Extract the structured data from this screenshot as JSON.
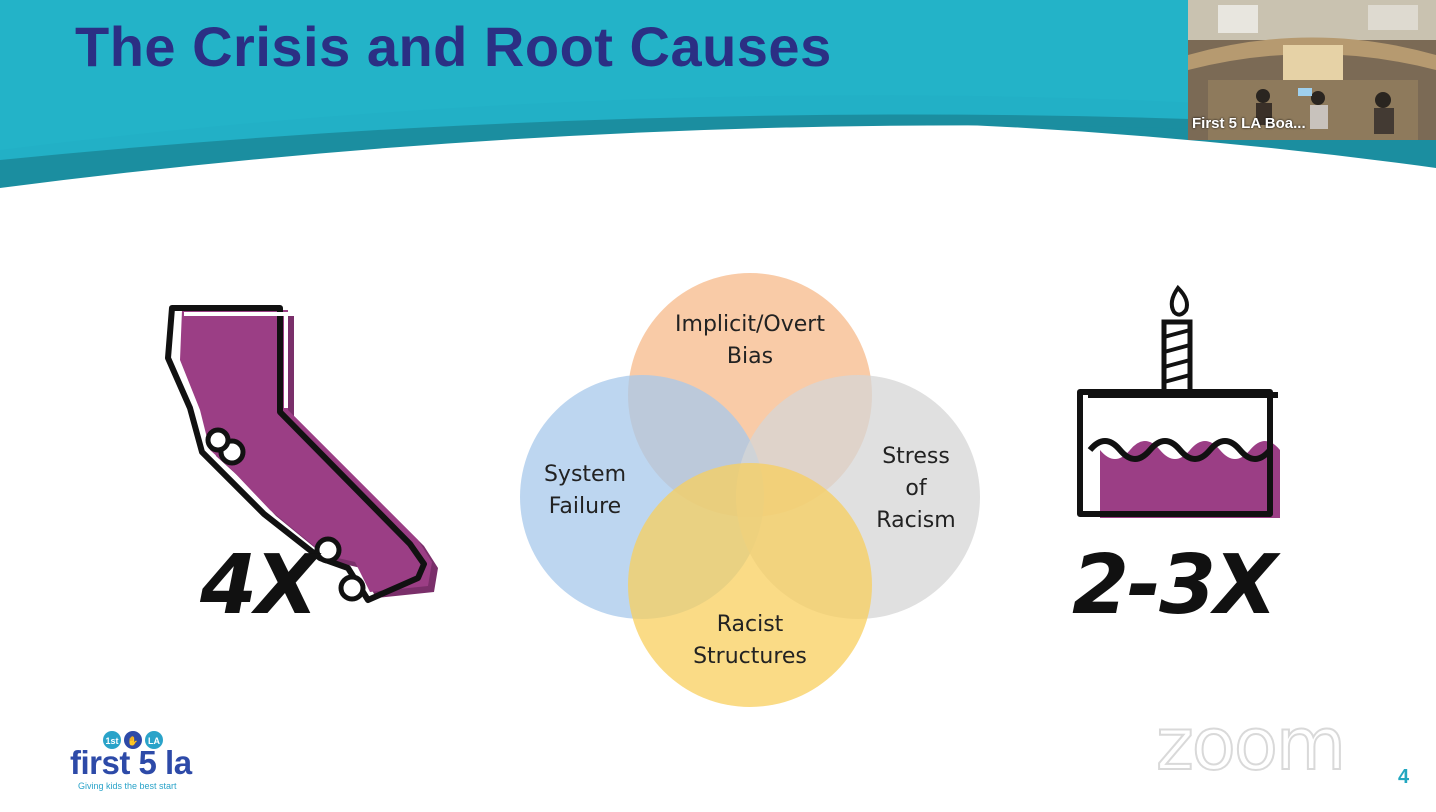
{
  "slide": {
    "title": "The Crisis and Root Causes",
    "page_number": "4"
  },
  "video": {
    "participant_label": "First 5 LA Boa..."
  },
  "left_graphic": {
    "icon": "california-map-icon",
    "stat": "4X"
  },
  "venn": {
    "circles": [
      {
        "id": "bias",
        "label_lines": [
          "Implicit/Overt",
          "Bias"
        ],
        "color": "#f7b98a"
      },
      {
        "id": "system",
        "label_lines": [
          "System",
          "Failure"
        ],
        "color": "#a7c8eb"
      },
      {
        "id": "stress",
        "label_lines": [
          "Stress",
          "of",
          "Racism"
        ],
        "color": "#d6d6d6"
      },
      {
        "id": "structures",
        "label_lines": [
          "Racist",
          "Structures"
        ],
        "color": "#f8cf5e"
      }
    ]
  },
  "right_graphic": {
    "icon": "birthday-cake-icon",
    "stat": "2-3X"
  },
  "logo": {
    "wordmark": "first 5 la",
    "badges": [
      "1st",
      "✋",
      "LA"
    ],
    "tagline": "Giving kids the best start"
  },
  "watermark": {
    "text": "zoom"
  },
  "colors": {
    "banner_teal": "#21afc4",
    "banner_dark_teal": "#1b8ea0",
    "title_navy": "#2b2f84",
    "purple": "#9b3e85"
  }
}
